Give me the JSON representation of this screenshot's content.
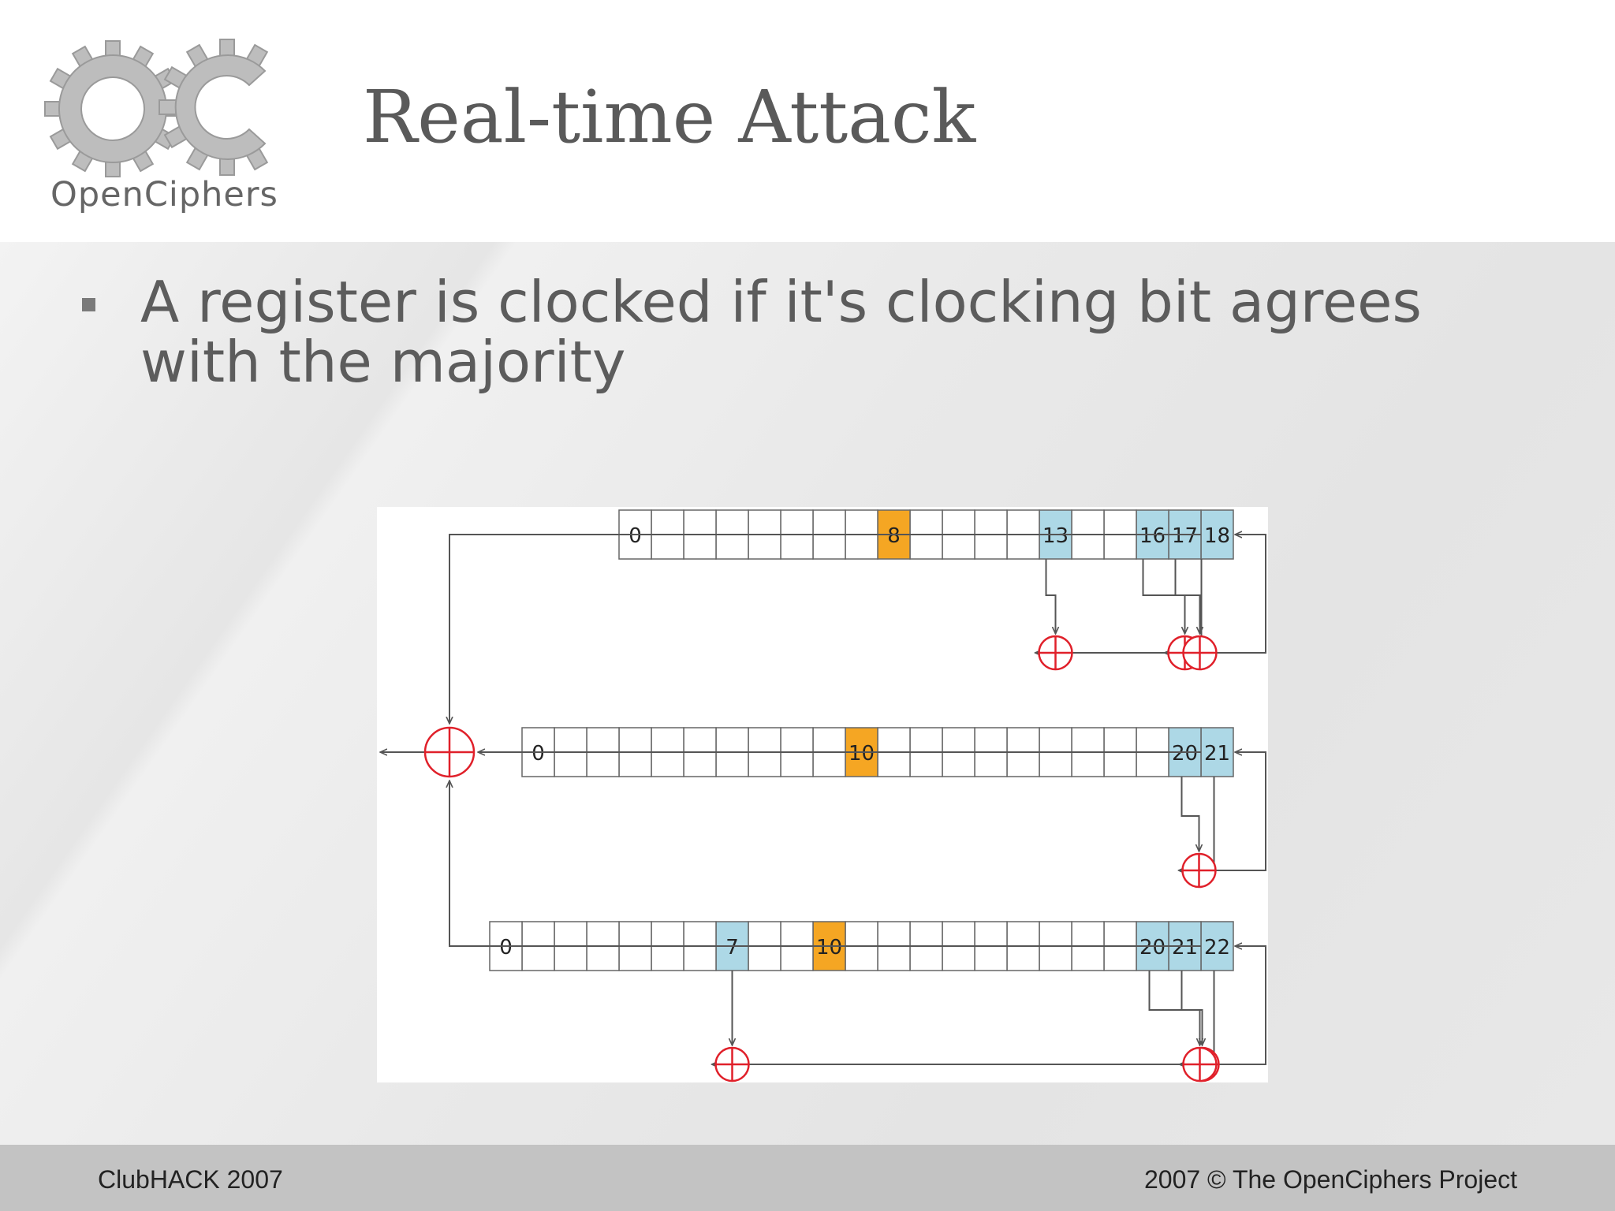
{
  "logo": {
    "text": "OpenCiphers",
    "icon": "gears-oc-logo"
  },
  "slide": {
    "title": "Real-time Attack",
    "bullets": [
      "A register is clocked if it's clocking bit agrees with the majority"
    ]
  },
  "diagram": {
    "registers": [
      {
        "cells": 19,
        "labels": {
          "18": "18",
          "17": "17",
          "16": "16",
          "13": "13",
          "8": "8",
          "0": "0"
        },
        "taps": [
          18,
          17,
          16,
          13
        ],
        "clocking_bit": 8
      },
      {
        "cells": 22,
        "labels": {
          "21": "21",
          "20": "20",
          "10": "10",
          "0": "0"
        },
        "taps": [
          21,
          20
        ],
        "clocking_bit": 10
      },
      {
        "cells": 23,
        "labels": {
          "22": "22",
          "21": "21",
          "20": "20",
          "10": "10",
          "7": "7",
          "0": "0"
        },
        "taps": [
          22,
          21,
          20,
          7
        ],
        "clocking_bit": 10
      }
    ],
    "colors": {
      "tap": "#add8e6",
      "clock": "#f5a623",
      "xor": "#e0202a",
      "line": "#555555"
    }
  },
  "footer": {
    "left": "ClubHACK 2007",
    "right": "2007 © The OpenCiphers Project"
  }
}
